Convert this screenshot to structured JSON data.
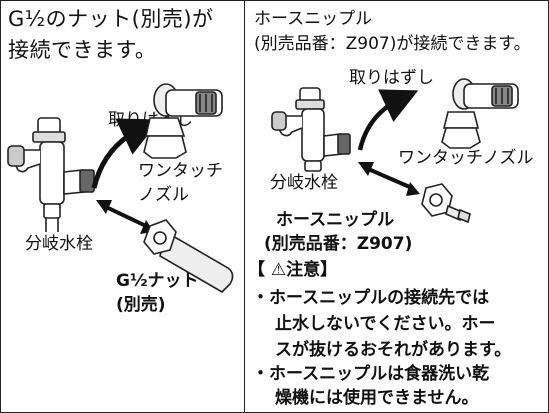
{
  "left": {
    "heading_line1": "G½のナット(別売)が",
    "heading_line2": "接続できます。",
    "remove_label": "取りはずし",
    "nozzle_label_line1": "ワンタッチ",
    "nozzle_label_line2": "ノズル",
    "faucet_label": "分岐水栓",
    "nut_label_line1": "G½ナット",
    "nut_label_line2": "(別売)"
  },
  "right": {
    "heading_line1": "ホースニップル",
    "heading_line2": "(別売品番：Z907)が接続できます。",
    "remove_label": "取りはずし",
    "nozzle_label": "ワンタッチノズル",
    "faucet_label": "分岐水栓",
    "nipple_label_line1": "ホースニップル",
    "nipple_label_line2": "(別売品番：Z907)",
    "caution_title": "【 ⚠注意】",
    "notes": [
      "・ホースニップルの接続先では",
      "止水しないでください。ホー",
      "スが抜けるおそれがあります。",
      "・ホースニップルは食器洗い乾",
      "燥機には使用できません。"
    ]
  }
}
